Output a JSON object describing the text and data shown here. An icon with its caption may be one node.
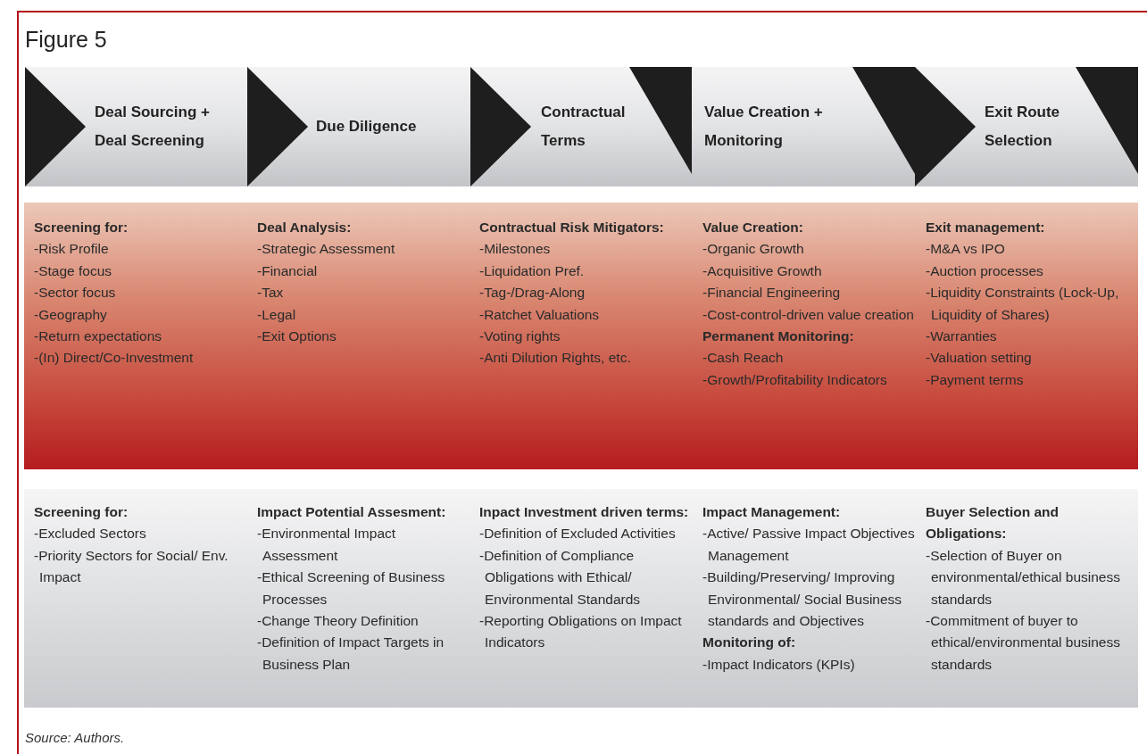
{
  "diagram": {
    "title": "Figure 5",
    "caption": "Source: Authors.",
    "nodes": [
      {
        "text": [
          "Deal Sourcing + Deal Screening"
        ]
      },
      {
        "text": [
          "Due Diligence"
        ]
      },
      {
        "text": [
          "Contractual Terms"
        ]
      },
      {
        "text": [
          "Value Creation + Monitoring"
        ]
      },
      {
        "text": [
          "Exit Route Selection"
        ]
      },
      {
        "text": [],
        "shape": "band"
      },
      {
        "text": [
          "Screening for:",
          "-Risk Profile",
          "-Stage focus",
          "-Sector focus",
          "-Geography",
          "-Return expectations",
          "-(In) Direct/Co-Investment"
        ],
        "in": 5
      },
      {
        "text": [
          "Deal Analysis:",
          "-Strategic Assessment",
          "-Financial",
          "-Tax",
          "-Legal",
          "-Exit Options"
        ],
        "in": 5
      },
      {
        "text": [
          "Contractual Risk Mitigators:",
          "-Milestones",
          "-Liquidation Pref.",
          "-Tag-/Drag-Along",
          "-Ratchet Valuations",
          "-Voting rights",
          "-Anti Dilution Rights, etc."
        ],
        "in": 5
      },
      {
        "text": [
          "Value Creation:",
          "-Organic Growth",
          "-Acquisitive Growth",
          "-Financial Engineering",
          "-Cost-control-driven value creation",
          "Permanent Monitoring:",
          "-Cash Reach",
          "-Growth/Profitability Indicators"
        ],
        "in": 5
      },
      {
        "text": [
          "Exit management:",
          "-M&A vs IPO",
          "-Auction processes",
          "-Liquidity Constraints (Lock-Up, Liquidity of Shares)",
          "-Warranties",
          "-Valuation setting",
          "-Payment terms"
        ],
        "in": 5
      },
      {
        "text": [],
        "shape": "band"
      },
      {
        "text": [
          "Screening for:",
          "-Excluded Sectors",
          "-Priority Sectors for Social/ Env. Impact"
        ],
        "in": 11
      },
      {
        "text": [
          "Impact Potential Assesment:",
          "-Environmental Impact Assessment",
          "-Ethical Screening of Business Processes",
          "-Change Theory Definition",
          "-Definition of Impact Targets in Business Plan"
        ],
        "in": 11
      },
      {
        "text": [
          "Inpact Investment driven terms:",
          "-Definition of Excluded Activities",
          "-Definition of Compliance Obligations with Ethical/ Environmental Standards",
          "-Reporting Obligations on Impact Indicators"
        ],
        "in": 11
      },
      {
        "text": [
          "Impact Management:",
          "-Active/ Passive Impact Objectives Management",
          "-Building/Preserving/ Improving Environmental/ Social Business standards and Objectives",
          "Monitoring of:",
          "-Impact Indicators (KPIs)"
        ],
        "in": 11
      },
      {
        "text": [
          "Buyer Selection and Obligations:",
          "-Selection of Buyer on environmental/ethical business standards",
          "-Commitment of buyer to ethical/environmental business standards"
        ],
        "in": 11
      }
    ]
  }
}
